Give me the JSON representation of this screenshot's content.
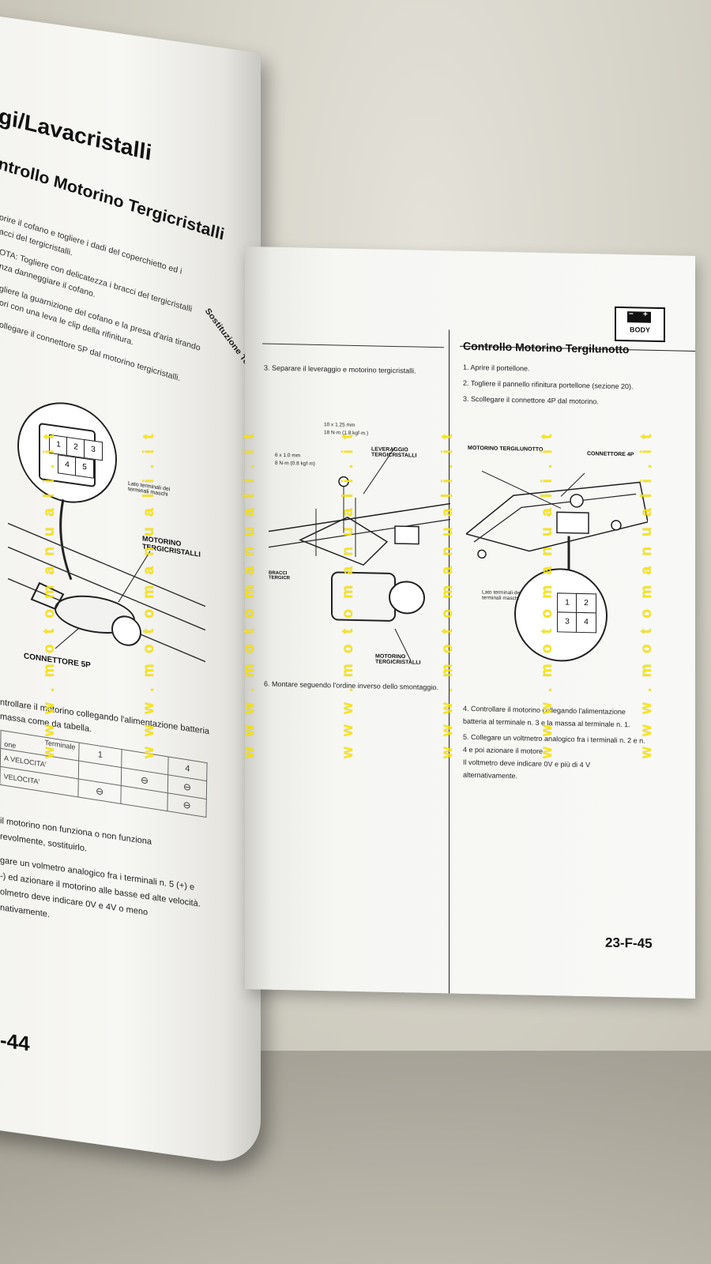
{
  "left_page": {
    "title": "gi/Lavacristalli",
    "subtitle": "ntrollo Motorino Tergicristalli",
    "column2_heading": "Sostituzione Tergicristalli",
    "lines": [
      "orire il cofano e togliere i dadi del coperchietto ed i",
      "acci del tergicristalli.",
      "OTA: Togliere con delicatezza i bracci del tergicristalli",
      "nza danneggiare il cofano.",
      "gliere la guarnizione del cofano e la presa d'aria tirando",
      "ori con una leva le clip della rifinitura.",
      "ollegare il connettore 5P dal motorino tergicristalli."
    ],
    "connector_pins": [
      "1",
      "2",
      "3",
      "4",
      "5"
    ],
    "caption_terminals": "Lato terminali dei terminali maschi",
    "caption_motor": "MOTORINO TERGICRISTALLI",
    "caption_connector": "CONNETTORE 5P",
    "body_lines": [
      "ntrollare il motorino collegando l'alimentazione batteria",
      "massa come da tabella."
    ],
    "table": {
      "header_terminal": "Terminale",
      "header_row_label": "one",
      "col_1": "1",
      "col_4": "4",
      "row_1": "A VELOCITA'",
      "row_2": "VELOCITA'",
      "minus_symbol": "⊖"
    },
    "body_lines2": [
      "il motorino non funziona o non funziona",
      "revolmente, sostituirlo.",
      "gare un volmetro analogico fra i terminali n. 5 (+) e",
      "-) ed azionare il motorino alle basse ed alte velocità.",
      "olmetro deve indicare 0V e 4V o meno",
      "nativamente."
    ],
    "page_number": "-44"
  },
  "right_page": {
    "badge_label": "BODY",
    "battery_minus": "−",
    "battery_plus": "+",
    "title": "Controllo Motorino Tergilunotto",
    "steps_right": [
      "1.  Aprire il portellone.",
      "2.  Togliere il pannello rifinitura portellone (sezione 20).",
      "3.  Scollegare il connettore 4P dal motorino."
    ],
    "fig_right_caption_motor": "MOTORINO TERGILUNOTTO",
    "fig_right_caption_connector": "CONNETTORE 4P",
    "fig_right_caption_terminals": "Lato terminali dei terminali maschi",
    "connector_4p_pins": [
      "1",
      "2",
      "3",
      "4"
    ],
    "steps_right2": [
      "4.  Controllare il motorino collegando l'alimentazione",
      "     batteria al terminale n. 3 e la massa al terminale n. 1.",
      "5.  Collegare un voltmetro analogico fra i terminali n. 2 e n.",
      "     4 e poi azionare il motore.",
      "     Il voltmetro deve indicare 0V e più di 4 V",
      "     alternativamente."
    ],
    "step_left_3": "3.  Separare il leveraggio e motorino tergicristalli.",
    "fig_left_torque1": "10 x 1.25 mm",
    "fig_left_torque1b": "18 N·m (1.8 kgf·m.)",
    "fig_left_torque2": "6 x 1.0 mm",
    "fig_left_torque2b": "8 N·m (0.8 kgf·m)",
    "fig_left_linkage": "LEVERAGGIO TERGICRISTALLI",
    "fig_left_motor": "MOTORINO TERGICRISTALLI",
    "fig_left_arm": "BRACCI TERGICR",
    "step_left_6": "6.  Montare seguendo l'ordine inverso dello smontaggio.",
    "page_number": "23-F-45"
  },
  "watermark": "w w w . m o t o m a n u a l i . i t"
}
